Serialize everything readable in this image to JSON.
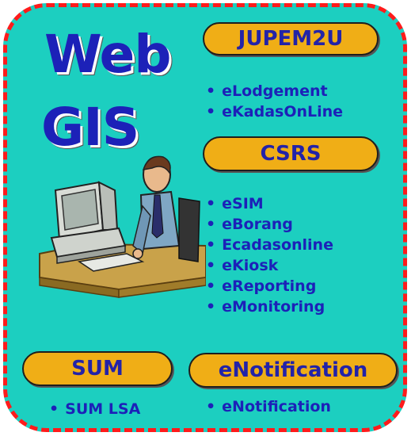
{
  "title": {
    "line1": "Web",
    "line2": "GIS"
  },
  "jupem2u": {
    "label": "JUPEM2U",
    "items": [
      "eLodgement",
      "eKadasOnLine"
    ]
  },
  "csrs": {
    "label": "CSRS",
    "items": [
      "eSIM",
      "eBorang",
      "Ecadasonline",
      "eKiosk",
      "eReporting",
      "eMonitoring"
    ]
  },
  "sum": {
    "label": "SUM",
    "items": [
      "SUM LSA"
    ]
  },
  "enotification": {
    "label": "eNotification",
    "items": [
      "eNotification"
    ]
  },
  "colors": {
    "background": "#1ccfc0",
    "border": "#ff1b1b",
    "pill": "#f0ae16",
    "text": "#1c21b8"
  }
}
